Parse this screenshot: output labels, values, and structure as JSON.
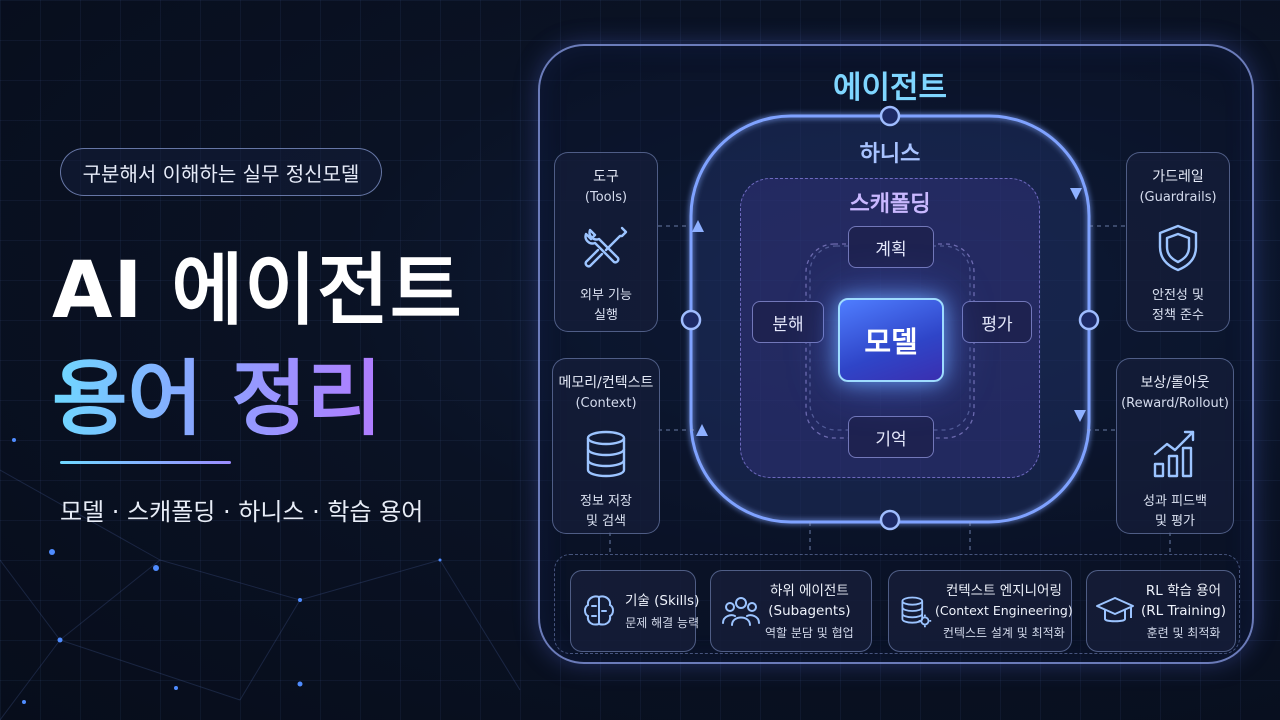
{
  "left": {
    "tagline": "구분해서 이해하는 실무 정신모델",
    "title_line1": "AI 에이전트",
    "title_line2": "용어 정리",
    "subtitle": "모델 · 스캐폴딩 · 하니스 · 학습 용어"
  },
  "diagram": {
    "outer_title": "에이전트",
    "harness_title": "하니스",
    "scaffold_title": "스캐폴딩",
    "center": "모델",
    "scaffold_nodes": {
      "plan": "계획",
      "decompose": "분해",
      "evaluate": "평가",
      "memory": "기억"
    },
    "side_cards": {
      "tools": {
        "name": "도구",
        "en": "(Tools)",
        "desc1": "외부 기능",
        "desc2": "실행",
        "icon": "wrench-screwdriver-icon"
      },
      "context": {
        "name": "메모리/컨텍스트",
        "en": "(Context)",
        "desc1": "정보 저장",
        "desc2": "및 검색",
        "icon": "database-icon"
      },
      "guardrails": {
        "name": "가드레일",
        "en": "(Guardrails)",
        "desc1": "안전성 및",
        "desc2": "정책 준수",
        "icon": "shield-icon"
      },
      "reward": {
        "name": "보상/롤아웃",
        "en": "(Reward/Rollout)",
        "desc1": "성과 피드백",
        "desc2": "및 평가",
        "icon": "bar-chart-trend-icon"
      }
    },
    "bottom_cards": [
      {
        "title": "기술 (Skills)",
        "subtitle": "",
        "desc": "문제 해결 능력",
        "icon": "brain-icon"
      },
      {
        "title": "하위 에이전트",
        "subtitle": "(Subagents)",
        "desc": "역할 분담 및 협업",
        "icon": "team-icon"
      },
      {
        "title": "컨텍스트 엔지니어링",
        "subtitle": "(Context Engineering)",
        "desc": "컨텍스트 설계 및 최적화",
        "icon": "database-gear-icon"
      },
      {
        "title": "RL 학습 용어",
        "subtitle": "(RL Training)",
        "desc": "훈련 및 최적화",
        "icon": "graduation-cap-icon"
      }
    ]
  },
  "colors": {
    "background": "#0a1224",
    "accent_cyan": "#7fd6ff",
    "accent_violet": "#b17cff",
    "ring": "#7fa2ff"
  }
}
